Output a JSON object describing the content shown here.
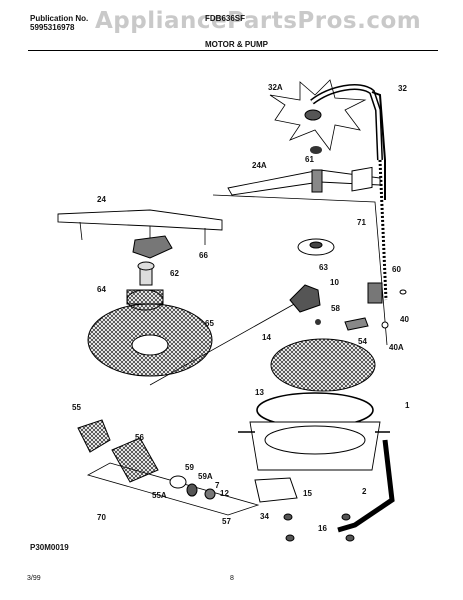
{
  "header": {
    "publication_label": "Publication No.",
    "publication_number": "5995316978",
    "model": "FDB636SF",
    "section_title": "MOTOR & PUMP"
  },
  "watermark": "AppliancePartsPros.com",
  "diagram_id": "P30M0019",
  "footer": {
    "date": "3/99",
    "page": "8"
  },
  "part_labels": [
    "32A",
    "32",
    "24A",
    "61",
    "24",
    "71",
    "66",
    "63",
    "62",
    "60",
    "10",
    "64",
    "58",
    "40",
    "65",
    "14",
    "54",
    "40A",
    "13",
    "1",
    "55",
    "56",
    "59",
    "59A",
    "2",
    "7",
    "12",
    "55A",
    "57",
    "15",
    "34",
    "70",
    "16"
  ]
}
